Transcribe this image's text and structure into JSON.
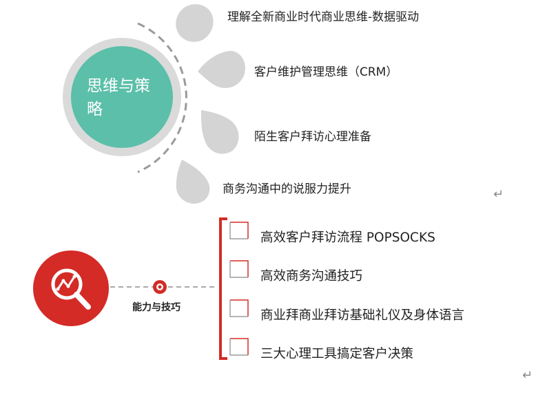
{
  "section1": {
    "title": "思维与策略",
    "items": [
      "理解全新商业时代商业思维-数据驱动",
      "客户维护管理思维（CRM）",
      "陌生客户拜访心理准备",
      "商务沟通中的说服力提升"
    ]
  },
  "section2": {
    "title": "能力与技巧",
    "items": [
      "高效客户拜访流程 POPSOCKS",
      "高效商务沟通技巧",
      "商业拜商业拜访基础礼仪及身体语言",
      "三大心理工具搞定客户决策"
    ]
  },
  "paragraph_mark": "↵",
  "colors": {
    "teal": "#5bbfa9",
    "red": "#d42b27",
    "gray_drop": "#d4d4d4",
    "dash_gray": "#9a9a9a"
  },
  "icons": {
    "section2": "magnifier-chart-icon"
  }
}
